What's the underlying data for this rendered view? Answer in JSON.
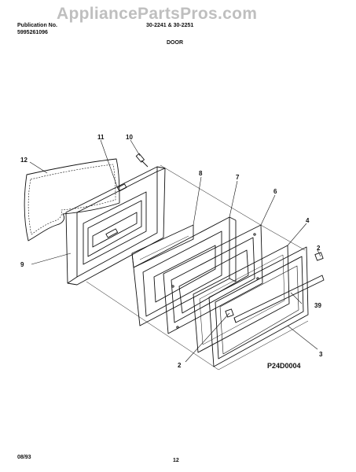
{
  "header": {
    "publication_label": "Publication No.",
    "publication_number": "5995261096",
    "models": "30-2241 & 30-2251",
    "section_title": "DOOR"
  },
  "watermark": "AppliancePartsPros.com",
  "diagram": {
    "figure_code": "P24D0004",
    "callouts": {
      "c12": "12",
      "c11": "11",
      "c10": "10",
      "c8": "8",
      "c7": "7",
      "c6": "6",
      "c4": "4",
      "c2a": "2",
      "c9": "9",
      "c39": "39",
      "c3": "3",
      "c2b": "2"
    }
  },
  "footer": {
    "date": "08/93",
    "page_number": "12"
  },
  "colors": {
    "ink": "#111111",
    "watermark": "#bfbfbf"
  }
}
